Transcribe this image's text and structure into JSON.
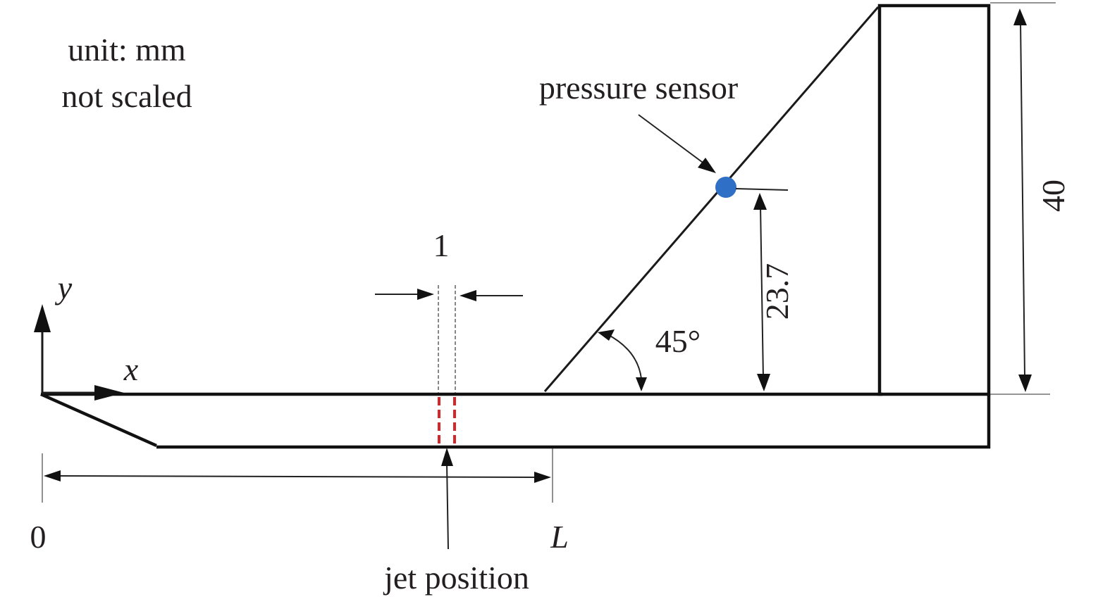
{
  "notes": {
    "unit": "unit: mm",
    "scale": "not scaled"
  },
  "labels": {
    "pressure_sensor": "pressure sensor",
    "slit_width": "1",
    "axis_y": "y",
    "axis_x": "x",
    "angle": "45°",
    "sensor_height": "23.7",
    "wall_height": "40",
    "origin": "0",
    "length": "L",
    "jet_position": "jet position"
  },
  "colors": {
    "sensor": "#2f6fc6",
    "jet_slit": "#d7262a",
    "line": "#111111"
  }
}
